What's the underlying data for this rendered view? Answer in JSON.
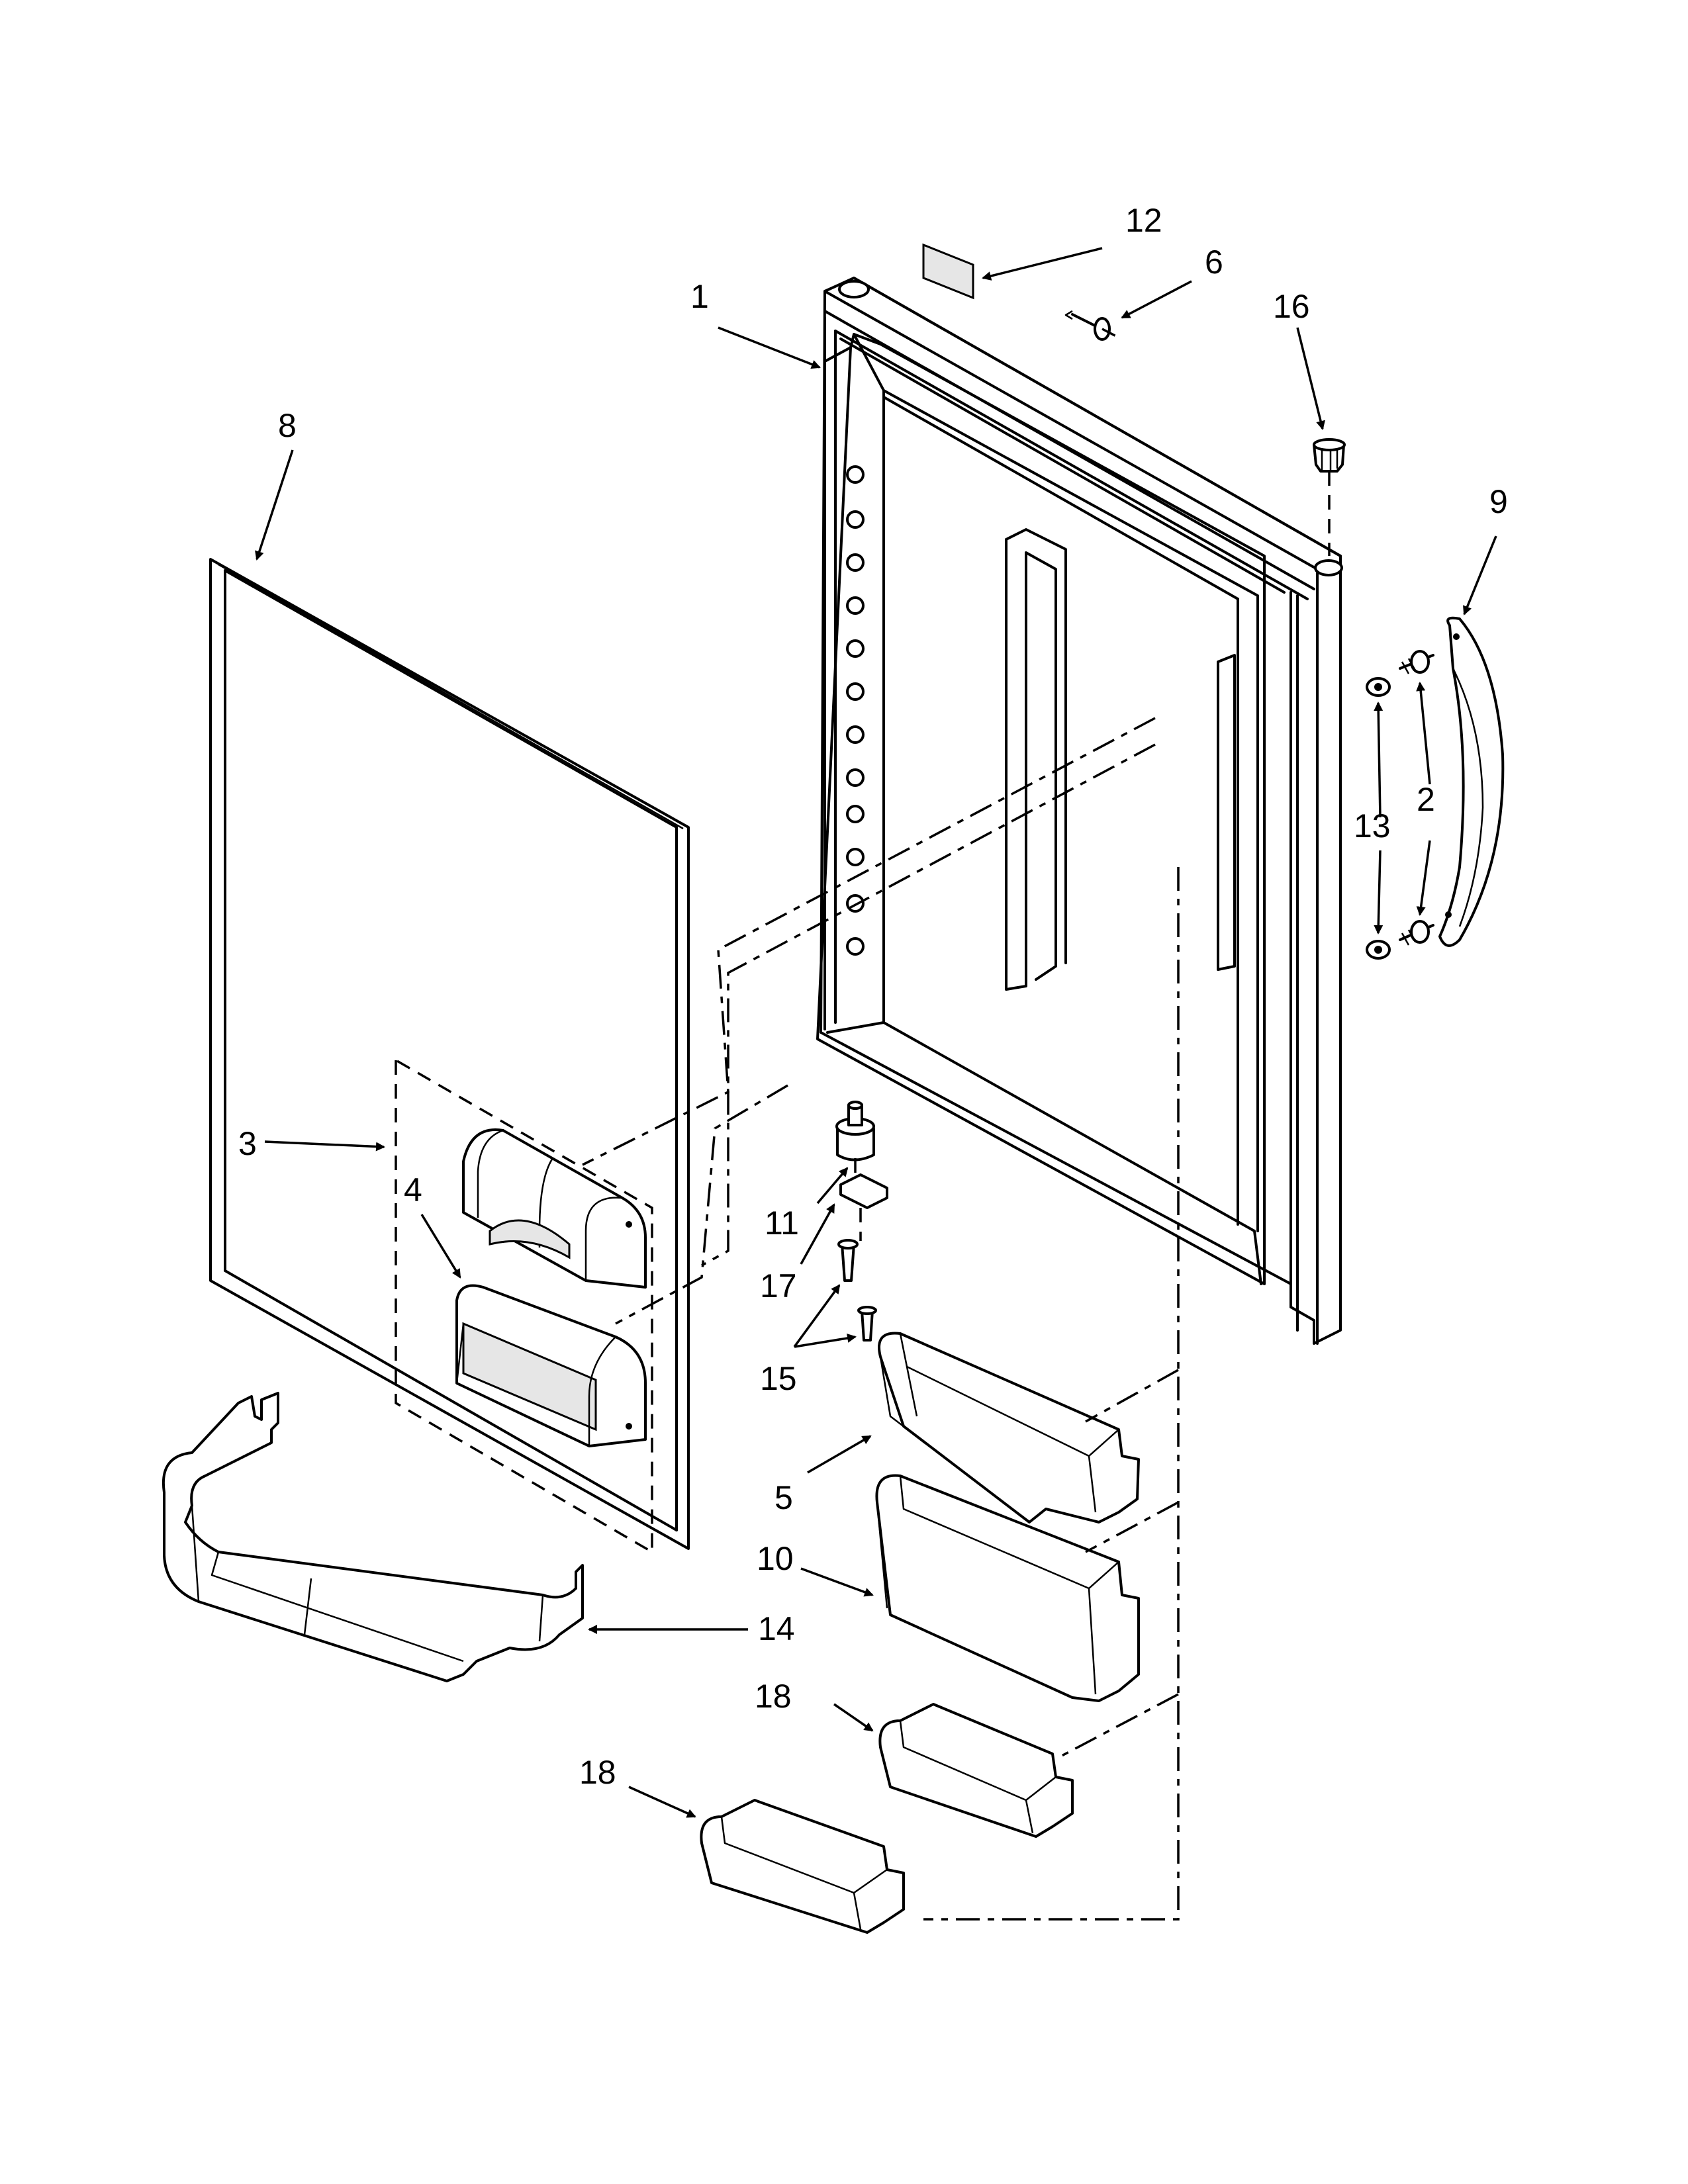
{
  "callouts": {
    "c1": "1",
    "c2": "2",
    "c3": "3",
    "c4": "4",
    "c5": "5",
    "c6": "6",
    "c8": "8",
    "c9": "9",
    "c10": "10",
    "c11": "11",
    "c12": "12",
    "c13": "13",
    "c14": "14",
    "c15": "15",
    "c16": "16",
    "c17": "17",
    "c18a": "18",
    "c18b": "18"
  }
}
